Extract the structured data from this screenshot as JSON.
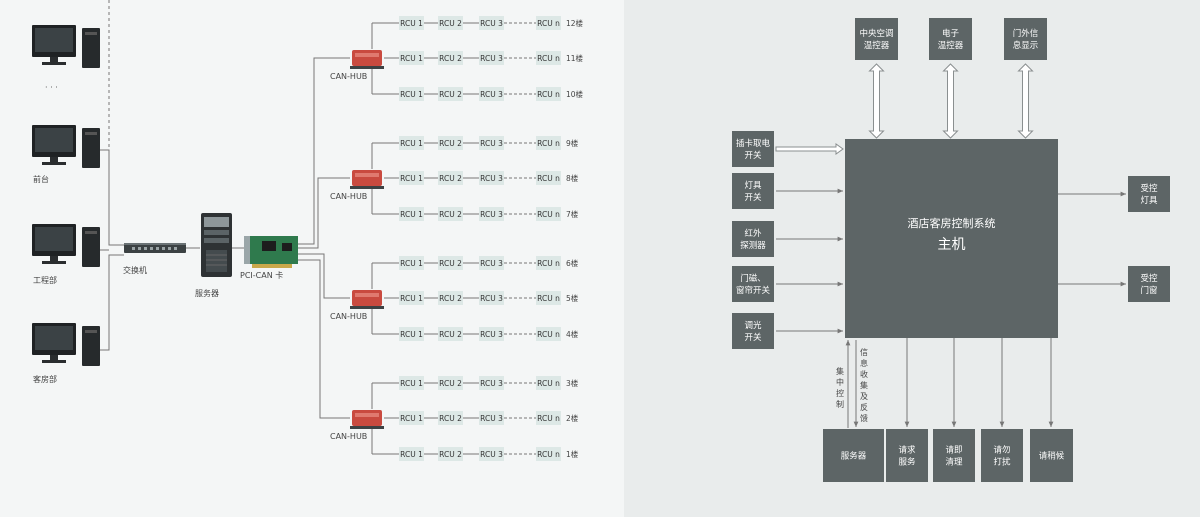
{
  "left": {
    "pc_labels": [
      "前台",
      "工程部",
      "客房部"
    ],
    "ellipsis": "· · ·",
    "switch_label": "交换机",
    "server_label": "服务器",
    "pcican_label": "PCI-CAN 卡",
    "hub_label": "CAN-HUB",
    "rcu_labels": [
      "RCU 1",
      "RCU 2",
      "RCU 3",
      "RCU n"
    ],
    "floors": [
      "12楼",
      "11楼",
      "10楼",
      "9楼",
      "8楼",
      "7楼",
      "6楼",
      "5楼",
      "4楼",
      "3楼",
      "2楼",
      "1楼"
    ]
  },
  "right": {
    "top_boxes": [
      [
        "中央空调",
        "温控器"
      ],
      [
        "电子",
        "温控器"
      ],
      [
        "门外信",
        "息显示"
      ]
    ],
    "left_boxes": [
      [
        "插卡取电",
        "开关"
      ],
      [
        "灯具",
        "开关"
      ],
      [
        "红外",
        "探测器"
      ],
      [
        "门磁、",
        "窗帘开关"
      ],
      [
        "调光",
        "开关"
      ]
    ],
    "right_boxes": [
      [
        "受控",
        "灯具"
      ],
      [
        "受控",
        "门窗"
      ]
    ],
    "bottom_boxes": [
      [
        "服务器"
      ],
      [
        "请求",
        "服务"
      ],
      [
        "请即",
        "清理"
      ],
      [
        "请勿",
        "打扰"
      ],
      [
        "请稍候"
      ]
    ],
    "main_title": "酒店客房控制系统",
    "main_subtitle": "主机",
    "vertical_left": "集中控制",
    "vertical_right": "信息收集及反馈"
  },
  "colors": {
    "box": "#5d6566",
    "rcu_fill": "#dde8e6",
    "line": "#777777",
    "hub": "#c94a3f",
    "arrow_fill": "#ffffff",
    "arrow_stroke": "#8a8f90"
  }
}
